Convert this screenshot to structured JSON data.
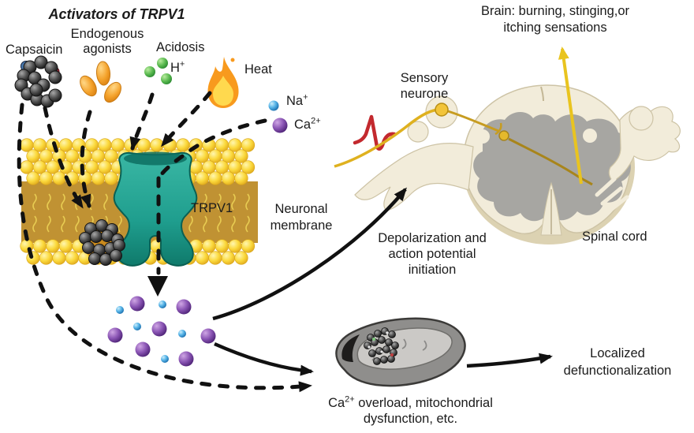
{
  "figure_type": "scientific pathway diagram",
  "labels": {
    "title": "Activators of TRPV1",
    "capsaicin": "Capsaicin",
    "endogenous_line1": "Endogenous",
    "endogenous_line2": "agonists",
    "acidosis": "Acidosis",
    "proton_base": "H",
    "proton_sup": "+",
    "heat": "Heat",
    "sodium_base": "Na",
    "sodium_sup": "+",
    "calcium_base": "Ca",
    "calcium_sup": "2+",
    "trpv1": "TRPV1",
    "neuronal_line1": "Neuronal",
    "neuronal_line2": "membrane",
    "sensory_line1": "Sensory",
    "sensory_line2": "neurone",
    "brain_line1": "Brain: burning, stinging,or",
    "brain_line2": "itching sensations",
    "spinal_cord": "Spinal cord",
    "depolarization_line1": "Depolarization and",
    "depolarization_line2": "action potential",
    "depolarization_line3": "initiation",
    "mito_ca_base": "Ca",
    "mito_ca_sup": "2+",
    "mito_line1_rest": " overload, mitochondrial",
    "mito_line2": "dysfunction, etc.",
    "localized_line1": "Localized",
    "localized_line2": "defunctionalization"
  },
  "icons": {
    "capsaicin_molecule": "space-filling molecule of dark spheres",
    "endogenous_agonists": "three orange ovals",
    "acidosis_ions": "three green spheres",
    "heat": "flame",
    "sodium_ion": "small blue sphere",
    "calcium_ion": "large purple sphere",
    "trpv1_channel": "teal membrane channel",
    "neuronal_membrane": "yellow lipid bilayer",
    "ion_influx": "cloud of purple and blue spheres",
    "action_potential": "red spike trace",
    "sensory_neuron": "yellow nerve fiber",
    "spinal_cord": "cross-section with gray butterfly",
    "mitochondrion": "gray organelle with cristae"
  },
  "colors": {
    "membrane_yellow": "#fbd93c",
    "membrane_band": "#c09233",
    "channel_teal": "#1f9e8e",
    "flame_orange": "#f89a1e",
    "flame_yellow": "#ffd94e",
    "sodium_blue": "#2e9fe0",
    "calcium_purple": "#7b3fa5",
    "agonist_orange": "#f4a22b",
    "acid_green": "#58b84e",
    "neuron_yellow": "#e9c41f",
    "spike_red": "#c3292e",
    "cord_cream": "#f2ecda",
    "gray_matter": "#a7a6a2",
    "mito_gray": "#8f8e8c",
    "arrow_black": "#111111"
  }
}
